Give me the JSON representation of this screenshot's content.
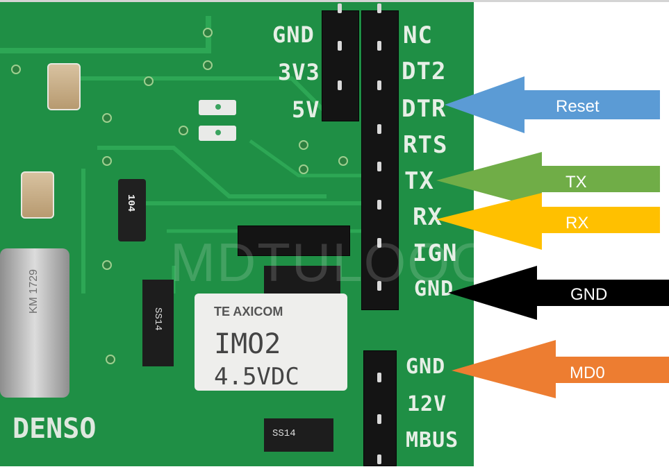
{
  "image": {
    "board_labels": {
      "gnd_top": "GND",
      "v33": "3V3",
      "v5": "5V",
      "nc": "NC",
      "dt2": "DT2",
      "dtr": "DTR",
      "rts": "RTS",
      "tx": "TX",
      "rx": "RX",
      "ign": "IGN",
      "gnd_mid": "GND",
      "gnd_bottom": "GND",
      "v12": "12V",
      "mbus": "MBUS",
      "denso": "DENSO"
    },
    "components": {
      "resistor_code": "104",
      "crystal_text": "KM 1729",
      "relay_brand": "TE AXICOM",
      "relay_model": "IMO2",
      "relay_voltage": "4.5VDC",
      "diode_1": "SS14",
      "diode_2": "SS14"
    },
    "watermark": "MDTULOOO"
  },
  "annotations": {
    "reset": {
      "label": "Reset",
      "color": "#5b9bd5"
    },
    "tx": {
      "label": "TX",
      "color": "#70ad47"
    },
    "rx": {
      "label": "RX",
      "color": "#ffc000"
    },
    "gnd": {
      "label": "GND",
      "color": "#000000"
    },
    "md0": {
      "label": "MD0",
      "color": "#ed7d31"
    }
  },
  "colors": {
    "pcb": "#1f8f45",
    "header": "#141414",
    "pin": "#d9d9d9"
  }
}
